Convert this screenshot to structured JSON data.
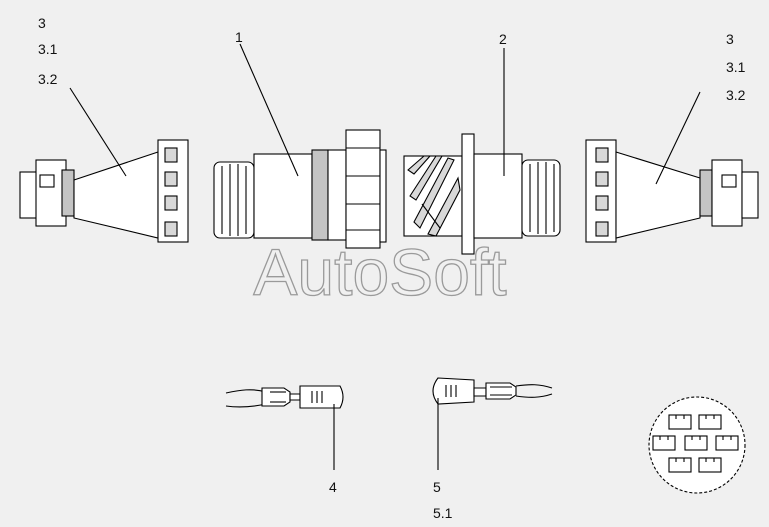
{
  "watermark": "AutoSoft",
  "callouts": {
    "left_3": "3",
    "left_3_1": "3.1",
    "left_3_2": "3.2",
    "part_1": "1",
    "part_2": "2",
    "right_3": "3",
    "right_3_1": "3.1",
    "right_3_2": "3.2",
    "pin_4": "4",
    "socket_5": "5",
    "socket_5_1": "5.1"
  }
}
